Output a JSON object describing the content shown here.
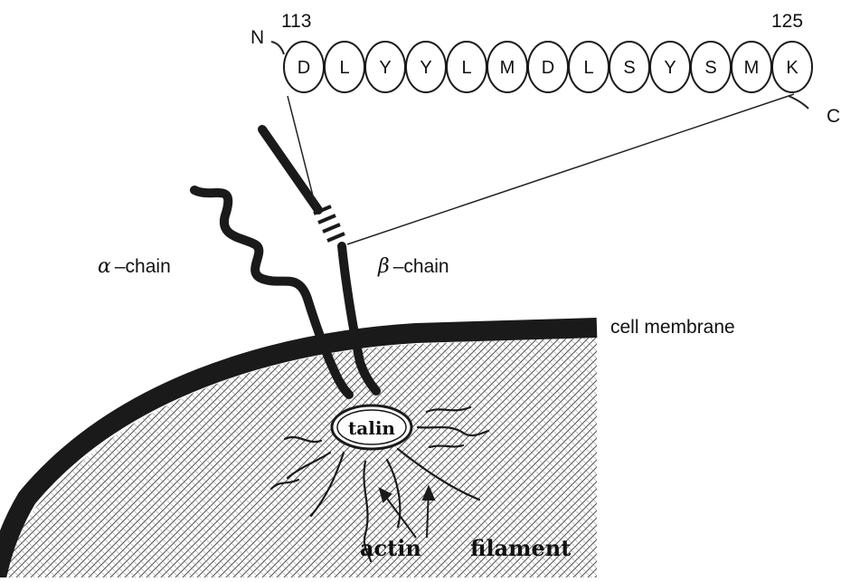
{
  "peptide": {
    "n_terminus": "N",
    "c_terminus": "C",
    "start_index": "113",
    "end_index": "125",
    "residues": [
      "D",
      "L",
      "Y",
      "Y",
      "L",
      "M",
      "D",
      "L",
      "S",
      "Y",
      "S",
      "M",
      "K"
    ]
  },
  "labels": {
    "alpha_symbol": "α",
    "alpha_text": "–chain",
    "beta_symbol": "β",
    "beta_text": "–chain",
    "membrane": "cell membrane",
    "talin": "talin",
    "actin": "actin",
    "filament": "filament"
  }
}
